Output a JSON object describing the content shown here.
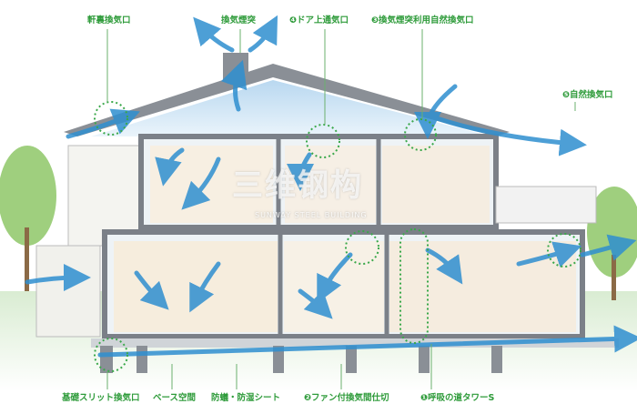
{
  "labels": {
    "eaves_vent": "軒裏換気口",
    "vent_chimney": "換気煙突",
    "door_top_vent": "❹ドア上通気口",
    "chimney_natural_vent": "❸換気煙突利用自然換気口",
    "natural_vent": "❺自然換気口",
    "foundation_slit_vent": "基礎スリット換気口",
    "base_space": "ベース空間",
    "termite_moisture_sheet": "防蟻・防湿シート",
    "fan_partition": "❷ファン付換気間仕切",
    "breathing_tower": "❶呼吸の道タワーS"
  },
  "watermark": {
    "main": "三维钢构",
    "sub": "SUNWAY STEEL BUILDING"
  },
  "colors": {
    "label": "#2e9b3a",
    "arrow": "#2f8fd0",
    "wall": "#8a8f96",
    "roof_air": "#cfe4f5"
  }
}
